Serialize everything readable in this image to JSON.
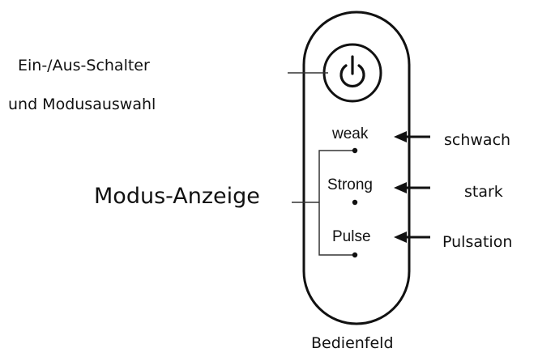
{
  "callouts": {
    "power_line1": "Ein-/Aus-Schalter",
    "power_line2": "und Modusauswahl",
    "mode_indicator": "Modus-Anzeige",
    "weak_translation": "schwach",
    "strong_translation": "stark",
    "pulse_translation": "Pulsation",
    "panel_caption": "Bedienfeld"
  },
  "panel": {
    "weak": "weak",
    "strong": "Strong",
    "pulse": "Pulse"
  },
  "icons": {
    "power": "power-icon"
  }
}
